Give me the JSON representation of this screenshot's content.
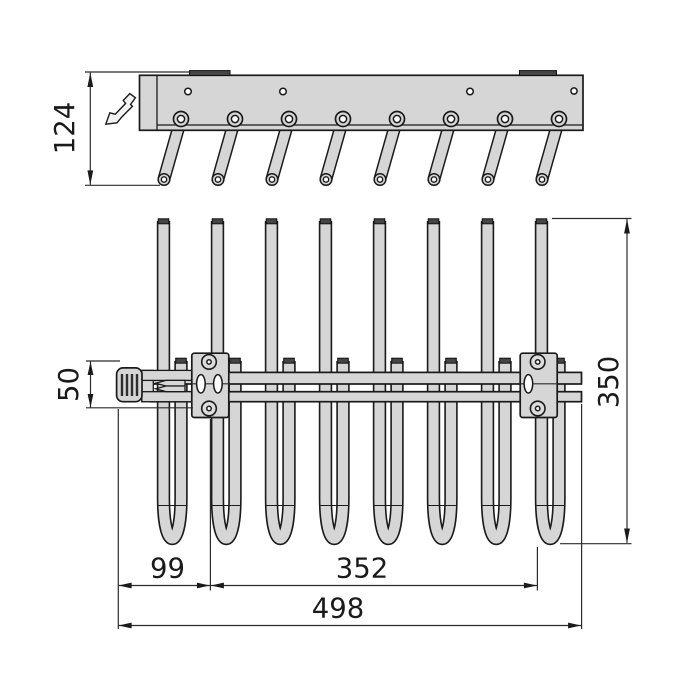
{
  "page": {
    "background": "#ffffff",
    "description": "Dimensional technical drawing of a pull-out trouser hanger rack, side view above and plan view below"
  },
  "dimensions": {
    "side_height": "124",
    "front_width": "50",
    "rack_depth": "350",
    "front_offset": "99",
    "bracket_span": "352",
    "overall_length": "498"
  },
  "structure": {
    "hanger_arms": 8,
    "hanger_bars": 8,
    "mounting_brackets": 2,
    "rail_holes": 4,
    "mounting_tabs": 2,
    "knob_ribs": 4
  },
  "colors": {
    "part_fill": "#d6d6d6",
    "outline": "#1a1a1a",
    "dimension_line": "#2b2b2b",
    "end_cap": "#454545",
    "background": "#ffffff"
  }
}
